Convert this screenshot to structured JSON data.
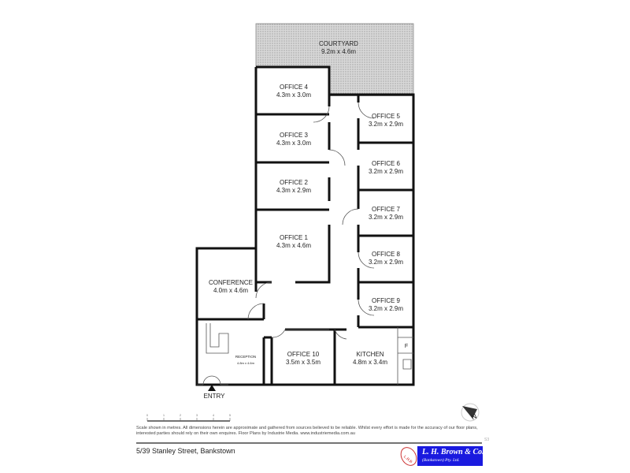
{
  "rooms": {
    "courtyard": {
      "name": "COURTYARD",
      "size": "9.2m x 4.6m"
    },
    "office4": {
      "name": "OFFICE 4",
      "size": "4.3m x 3.0m"
    },
    "office3": {
      "name": "OFFICE 3",
      "size": "4.3m x 3.0m"
    },
    "office2": {
      "name": "OFFICE 2",
      "size": "4.3m x 2.9m"
    },
    "office1": {
      "name": "OFFICE 1",
      "size": "4.3m x 4.6m"
    },
    "office5": {
      "name": "OFFICE 5",
      "size": "3.2m x 2.9m"
    },
    "office6": {
      "name": "OFFICE 6",
      "size": "3.2m x 2.9m"
    },
    "office7": {
      "name": "OFFICE 7",
      "size": "3.2m x 2.9m"
    },
    "office8": {
      "name": "OFFICE 8",
      "size": "3.2m x 2.9m"
    },
    "office9": {
      "name": "OFFICE 9",
      "size": "3.2m x 2.9m"
    },
    "conference": {
      "name": "CONFERENCE",
      "size": "4.0m x 4.6m"
    },
    "reception": {
      "name": "RECEPTION",
      "size": "4.8m x 4.6m"
    },
    "office10": {
      "name": "OFFICE 10",
      "size": "3.5m x 3.5m"
    },
    "kitchen": {
      "name": "KITCHEN",
      "size": "4.8m x 3.4m"
    },
    "fridge": "F",
    "entry": "ENTRY"
  },
  "scale": {
    "ticks": [
      "0",
      "1",
      "2",
      "3",
      "4",
      "5"
    ]
  },
  "north_label": "N",
  "disclaimer": "Scale shown in metres. All dimensions herein are approximate and gathered from sources believed to be reliable. Whilst every effort is made for the accuracy of our floor plans, interested parties should rely on their own enquires. Floor Plans by Industrie Media. www.industriemedia.com.au",
  "plan_code": "S3",
  "address": "5/39 Stanley Street, Bankstown",
  "logo": {
    "line1": "L. H. Brown & Co.",
    "line2": "(Bankstown) Pty. Ltd.",
    "badge": "L.H.B"
  }
}
